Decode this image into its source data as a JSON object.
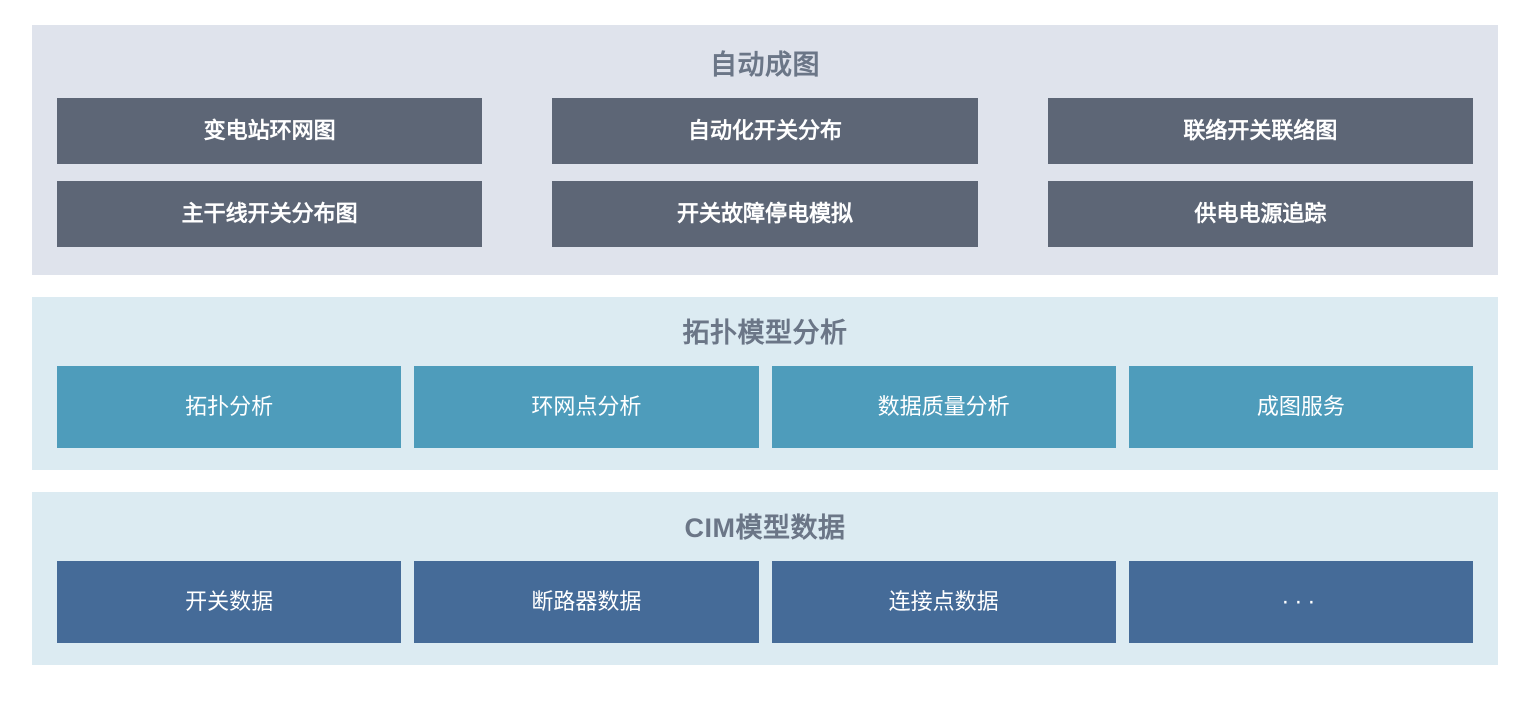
{
  "sections": [
    {
      "id": "auto-mapping",
      "title": "自动成图",
      "title_color": "#6b7687",
      "panel_color": "#dfe3ec",
      "tile_color": "#5d6676",
      "rows": [
        [
          {
            "label": "变电站环网图"
          },
          {
            "label": "自动化开关分布"
          },
          {
            "label": "联络开关联络图"
          }
        ],
        [
          {
            "label": "主干线开关分布图"
          },
          {
            "label": "开关故障停电模拟"
          },
          {
            "label": "供电电源追踪"
          }
        ]
      ]
    },
    {
      "id": "topology-model-analysis",
      "title": "拓扑模型分析",
      "title_color": "#6b7687",
      "panel_color": "#dcebf2",
      "tile_color": "#4e9cbb",
      "rows": [
        [
          {
            "label": "拓扑分析"
          },
          {
            "label": "环网点分析"
          },
          {
            "label": "数据质量分析"
          },
          {
            "label": "成图服务"
          }
        ]
      ]
    },
    {
      "id": "cim-model-data",
      "title": "CIM模型数据",
      "title_color": "#6b7687",
      "panel_color": "#dcebf2",
      "tile_color": "#456b98",
      "rows": [
        [
          {
            "label": "开关数据"
          },
          {
            "label": "断路器数据"
          },
          {
            "label": "连接点数据"
          },
          {
            "label": "···"
          }
        ]
      ]
    }
  ]
}
